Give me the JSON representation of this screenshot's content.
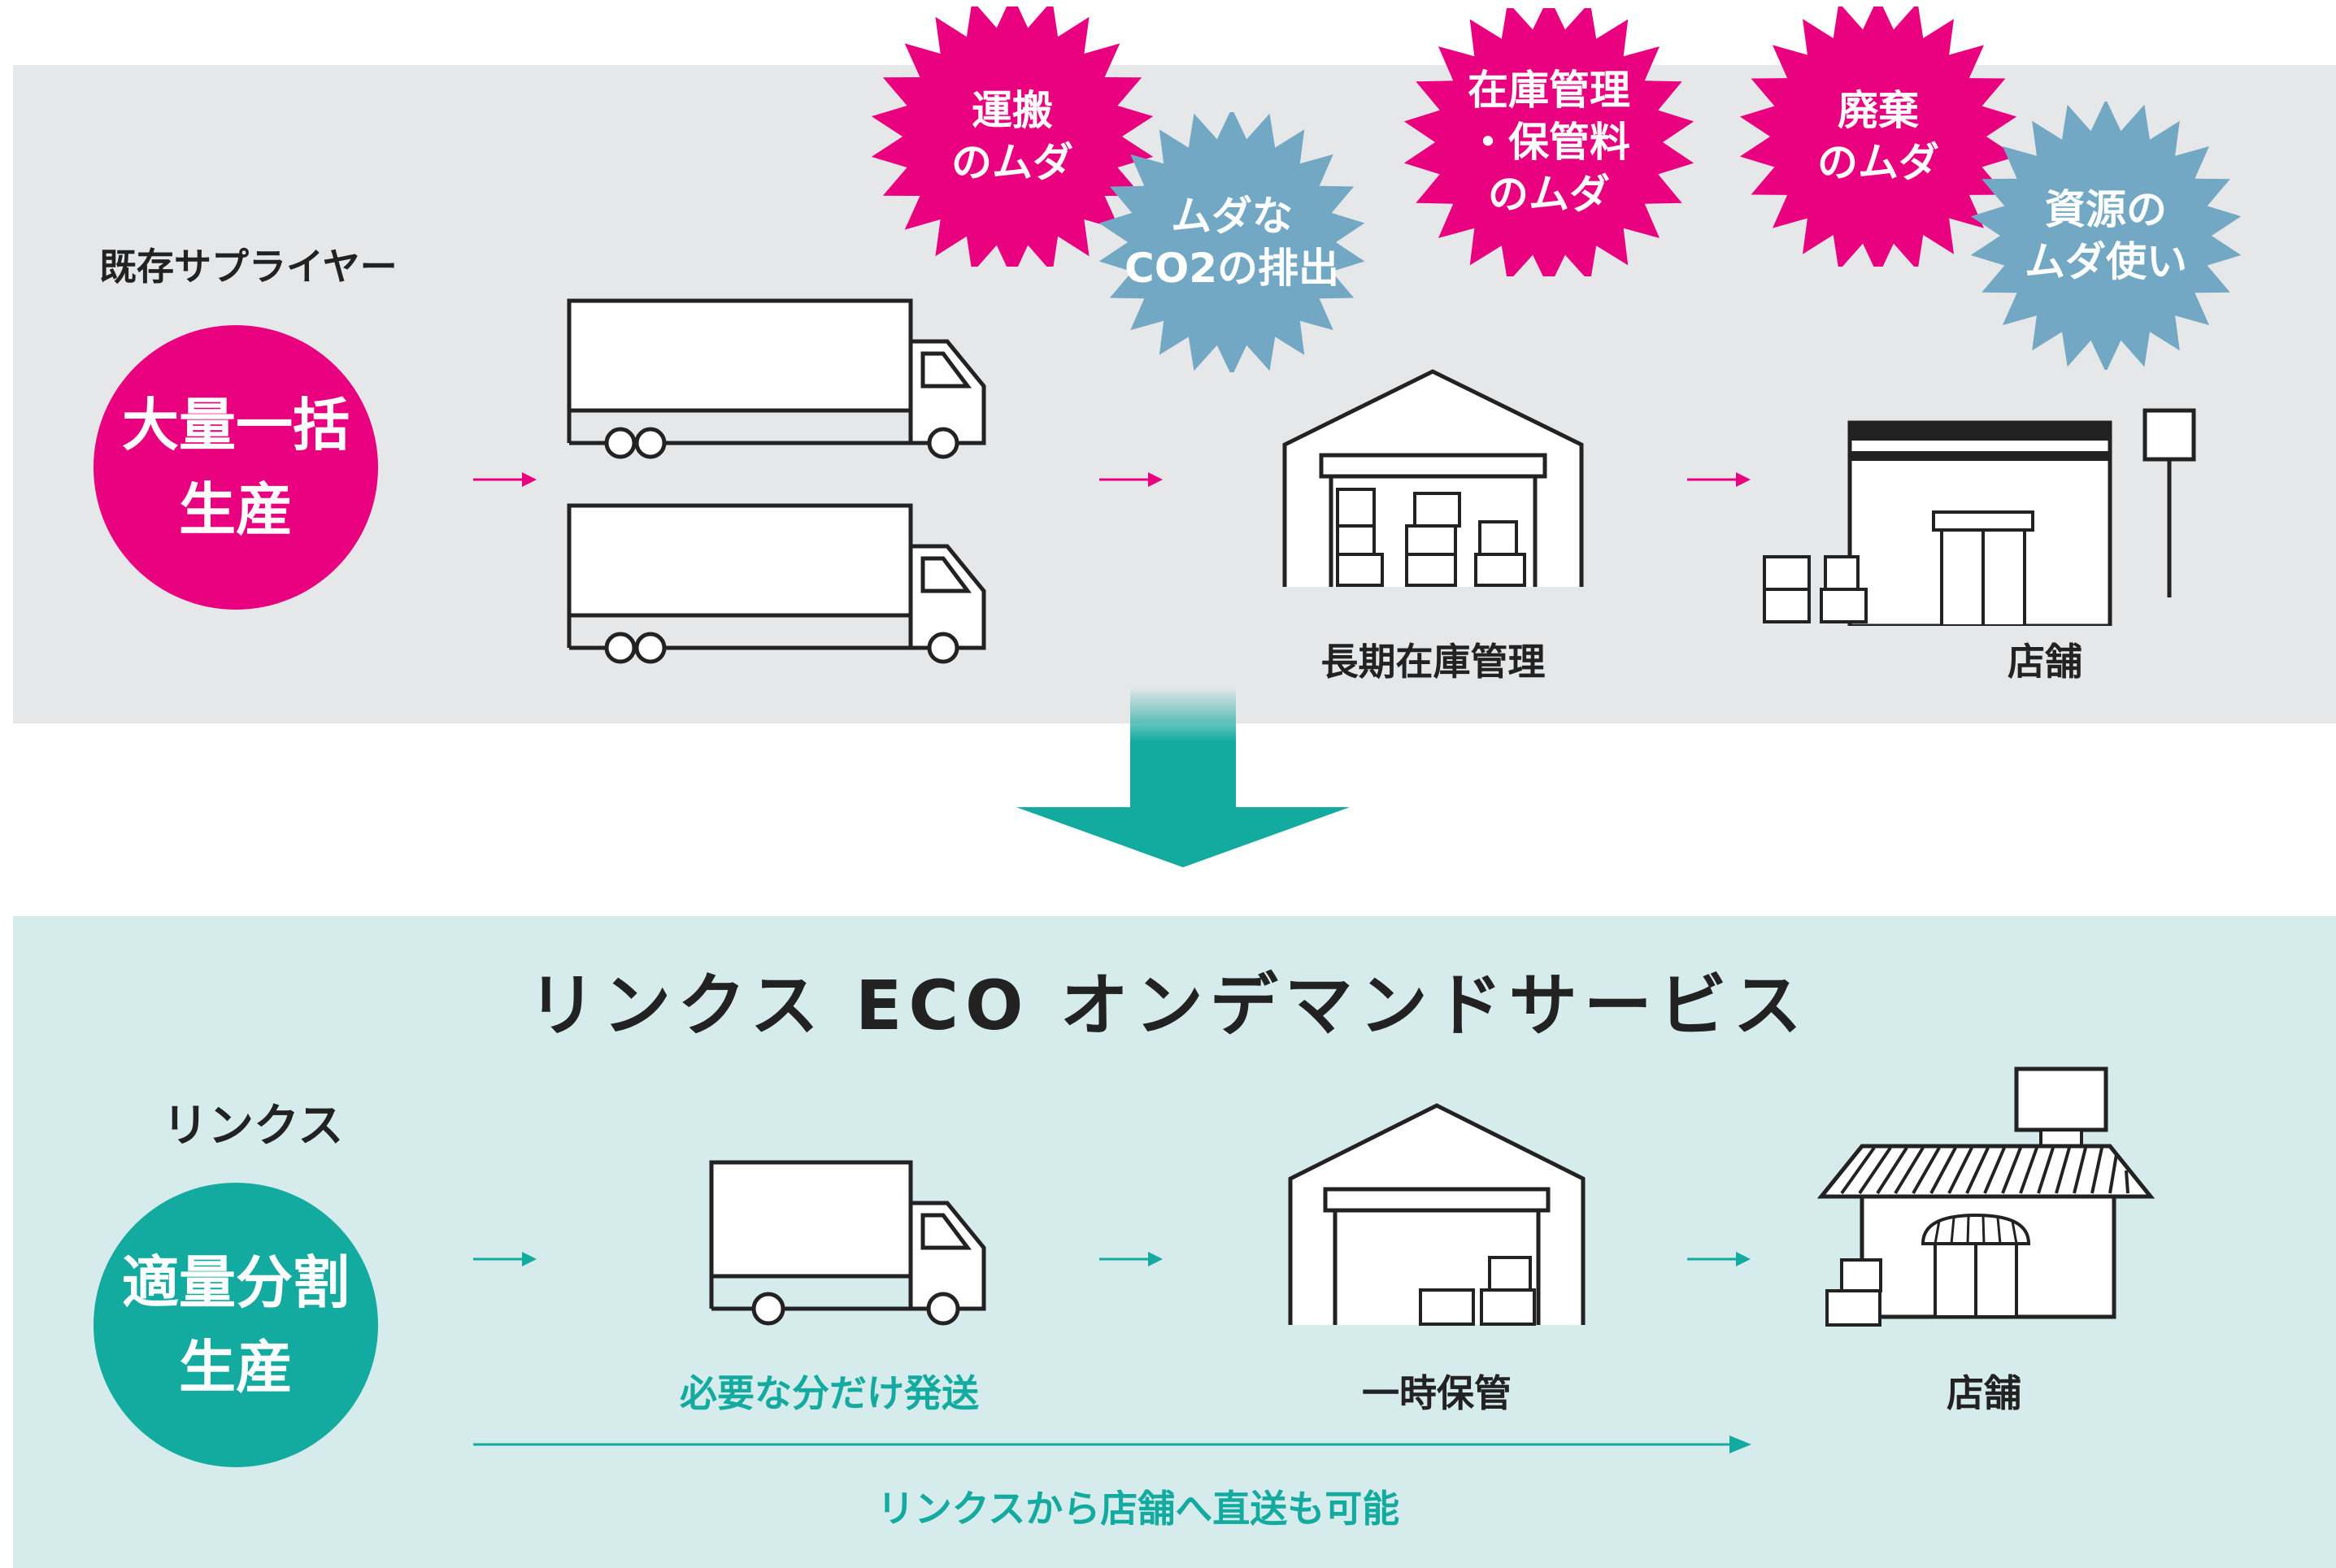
{
  "colors": {
    "pink": "#e8007f",
    "teal": "#13aaa0",
    "blue_burst": "#72a8c3",
    "top_bg": "#e6e7e8",
    "bottom_bg": "#d6ebeb"
  },
  "top": {
    "label": "既存サプライヤー",
    "circle_line1": "大量一括",
    "circle_line2": "生産",
    "warehouse_label": "長期在庫管理",
    "store_label": "店舗",
    "bursts": {
      "transport": [
        "運搬",
        "のムダ"
      ],
      "co2": [
        "ムダな",
        "CO2の排出"
      ],
      "inventory": [
        "在庫管理",
        "・保管料",
        "のムダ"
      ],
      "disposal": [
        "廃棄",
        "のムダ"
      ],
      "resources": [
        "資源の",
        "ムダ使い"
      ]
    }
  },
  "bottom": {
    "title": "リンクス ECO オンデマンドサービス",
    "label": "リンクス",
    "circle_line1": "適量分割",
    "circle_line2": "生産",
    "truck_label": "必要な分だけ発送",
    "warehouse_label": "一時保管",
    "store_label": "店舗",
    "direct_label": "リンクスから店舗へ直送も可能"
  }
}
